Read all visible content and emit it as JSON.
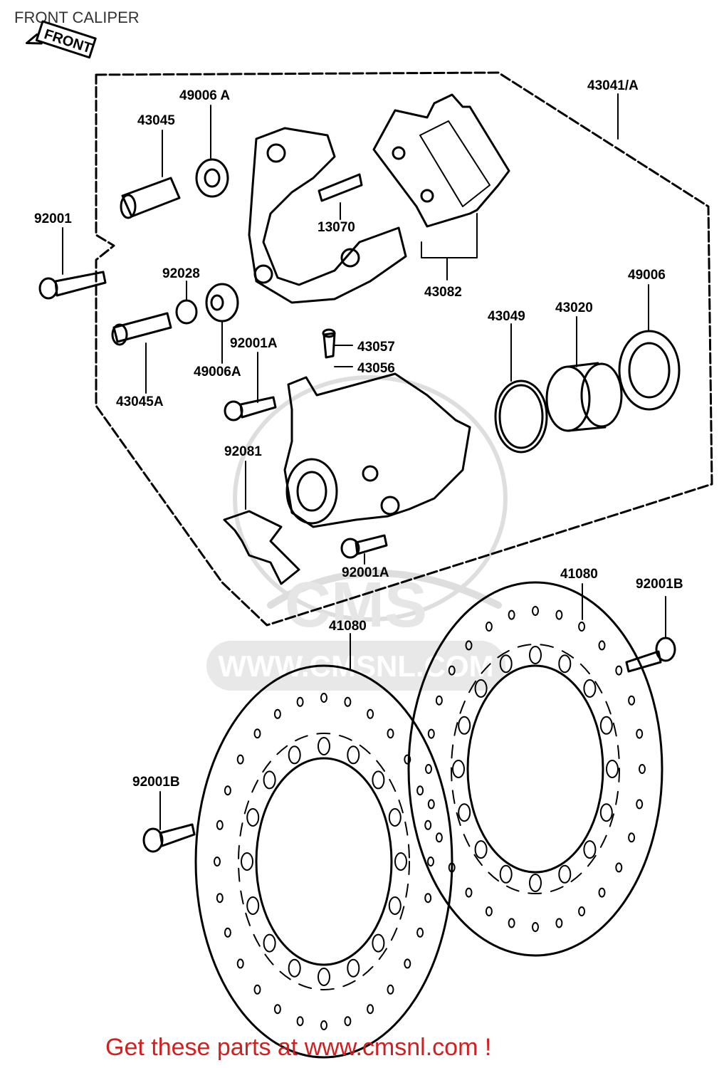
{
  "page": {
    "title": "FRONT CALIPER"
  },
  "footer": {
    "text": "Get these parts at www.cmsnl.com !"
  },
  "front_arrow": {
    "label": "FRONT"
  },
  "watermark": {
    "text": "CMS",
    "url": "WWW.CMSNL.COM"
  },
  "parts": {
    "p43041A": "43041/A",
    "p49006A_top": "49006 A",
    "p43045": "43045",
    "p92001": "92001",
    "p13070": "13070",
    "p43082": "43082",
    "p92028": "92028",
    "p49006": "49006",
    "p43049": "43049",
    "p43020": "43020",
    "p92001A_top": "92001A",
    "p43057": "43057",
    "p43056": "43056",
    "p49006A_mid": "49006A",
    "p43045A": "43045A",
    "p92081": "92081",
    "p92001A_bottom": "92001A",
    "p41080_right": "41080",
    "p92001B_right": "92001B",
    "p41080_left": "41080",
    "p92001B_left": "92001B"
  },
  "colors": {
    "footer": "#d22020",
    "line": "#000000",
    "watermark": "#cfcfcf"
  }
}
